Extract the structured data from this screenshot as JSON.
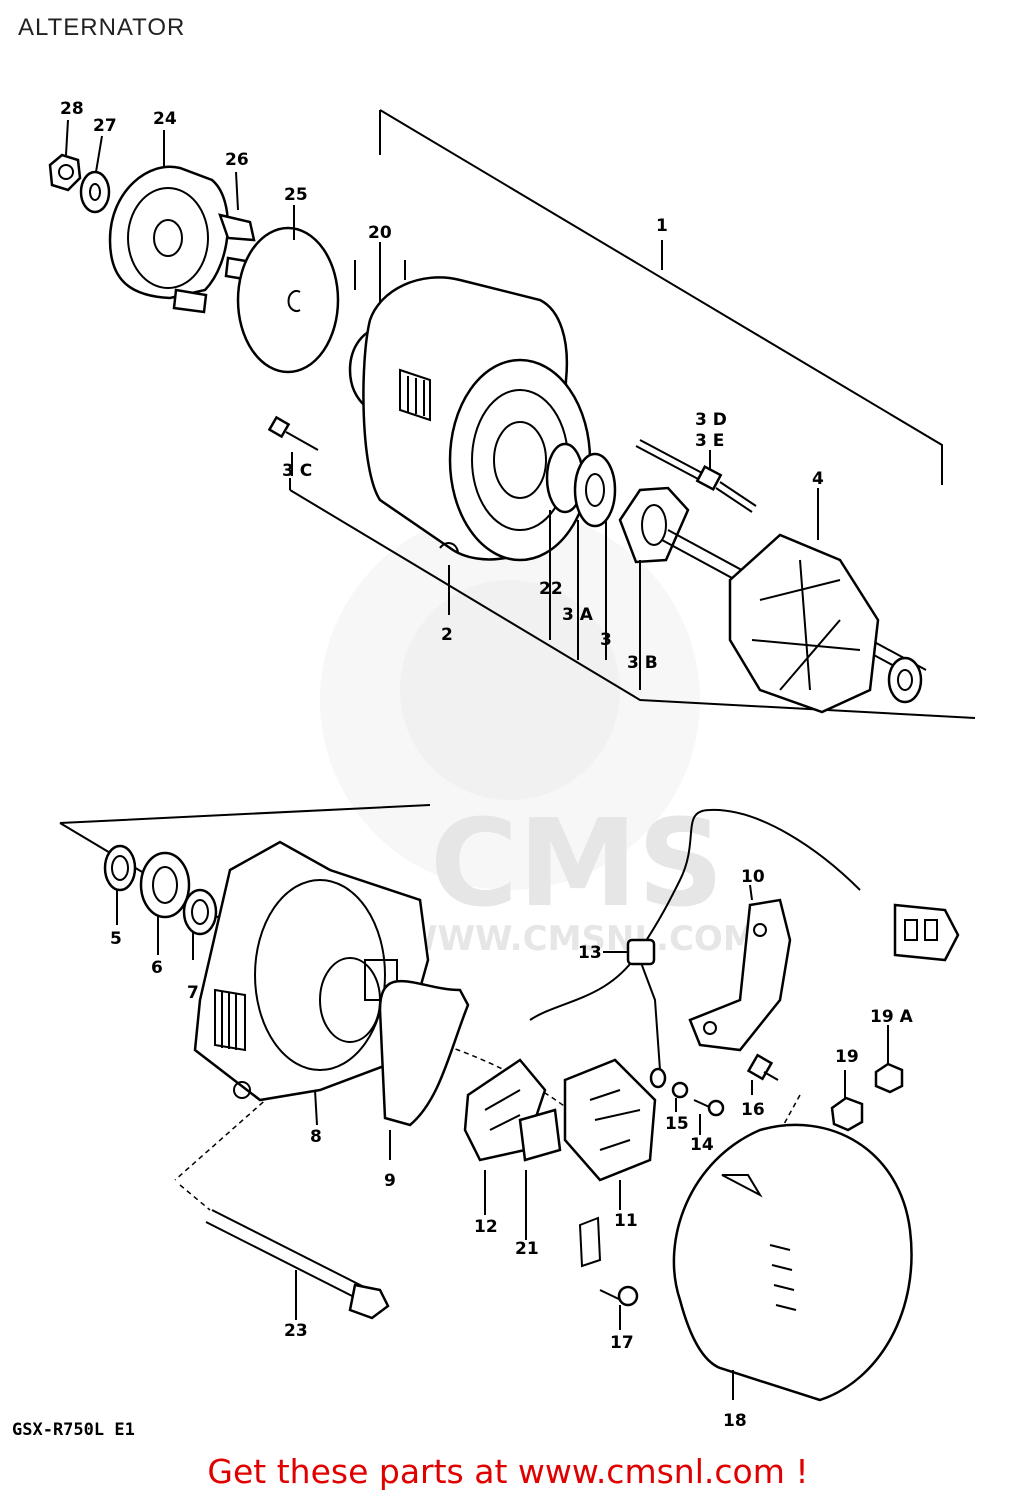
{
  "header": {
    "title": "ALTERNATOR"
  },
  "model_code": "GSX-R750L E1",
  "watermark": {
    "brand": "CMS",
    "url": "WWW.CMSNL.COM"
  },
  "footer": {
    "promo": "Get these parts at www.cmsnl.com !"
  },
  "callouts": {
    "c1": "1",
    "c2": "2",
    "c3": "3",
    "c3a": "3 A",
    "c3b": "3 B",
    "c3c": "3 C",
    "c3d": "3 D",
    "c3e": "3 E",
    "c4": "4",
    "c5": "5",
    "c6": "6",
    "c7": "7",
    "c8": "8",
    "c9": "9",
    "c10": "10",
    "c11": "11",
    "c12": "12",
    "c13": "13",
    "c14": "14",
    "c15": "15",
    "c16": "16",
    "c17": "17",
    "c18": "18",
    "c19": "19",
    "c19a": "19 A",
    "c20": "20",
    "c21": "21",
    "c22": "22",
    "c23": "23",
    "c24": "24",
    "c25": "25",
    "c26": "26",
    "c27": "27",
    "c28": "28"
  },
  "colors": {
    "promo": "#e00000",
    "ink": "#000000",
    "watermark": "#e9e9e9"
  }
}
